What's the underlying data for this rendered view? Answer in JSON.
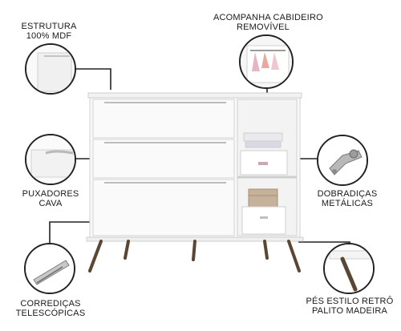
{
  "callouts": {
    "estrutura": {
      "line1": "ESTRUTURA",
      "line2": "100% MDF",
      "icon": "mdf-corner-icon"
    },
    "cabideiro": {
      "line1": "ACOMPANHA CABIDEIRO",
      "line2": "REMOVÍVEL",
      "icon": "hanger-rod-icon"
    },
    "puxadores": {
      "line1": "PUXADORES",
      "line2": "CAVA",
      "icon": "drawer-pull-icon"
    },
    "dobradicas": {
      "line1": "DOBRADIÇAS",
      "line2": "METÁLICAS",
      "icon": "metal-hinge-icon"
    },
    "corredicas": {
      "line1": "CORREDIÇAS",
      "line2": "TELESCÓPICAS",
      "icon": "telescopic-slide-icon"
    },
    "pes": {
      "line1": "PÉS ESTILO RETRÔ",
      "line2": "PALITO MADEIRA",
      "icon": "wooden-leg-icon"
    }
  },
  "colors": {
    "furniture": "#f7f7f7",
    "outline": "#c9c9c9",
    "wood": "#5a4632",
    "line": "#222222"
  }
}
